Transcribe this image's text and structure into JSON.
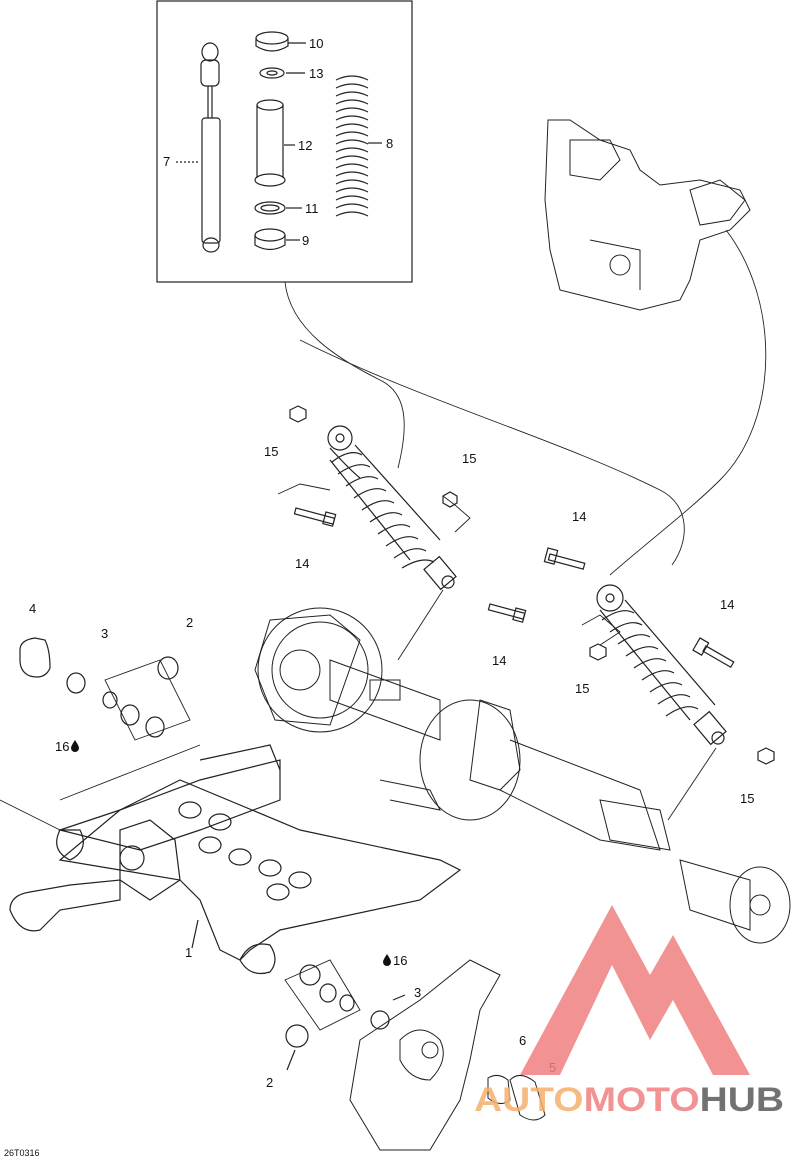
{
  "diagram": {
    "drawing_code": "26T0316",
    "callouts": {
      "c1": "1",
      "c2a": "2",
      "c2b": "2",
      "c3a": "3",
      "c3b": "3",
      "c4": "4",
      "c5": "5",
      "c6": "6",
      "c7": "7",
      "c8": "8",
      "c9": "9",
      "c10": "10",
      "c11": "11",
      "c12": "12",
      "c13": "13",
      "c14a": "14",
      "c14b": "14",
      "c14c": "14",
      "c14d": "14",
      "c15a": "15",
      "c15b": "15",
      "c15c": "15",
      "c15d": "15",
      "c16a": "16",
      "c16b": "16"
    },
    "lubricant_icon": "oil-drop-icon"
  },
  "watermark": {
    "word_part1": "AUTO",
    "word_part2": "MOTO",
    "word_part3": "HUB",
    "color_red": "#f08080",
    "color_orange": "#f5b06a",
    "color_gray": "#5a5a5a"
  }
}
